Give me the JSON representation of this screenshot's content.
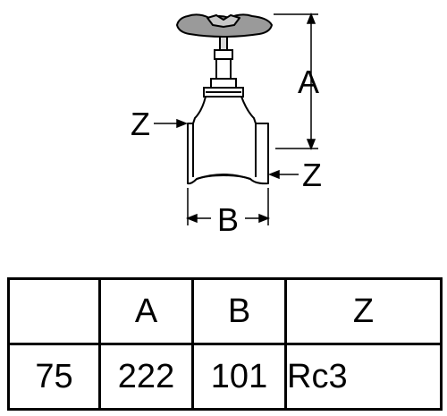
{
  "drawing": {
    "labels": {
      "height_dimension": "A",
      "width_dimension": "B",
      "inlet_thread": "Z",
      "outlet_thread": "Z"
    }
  },
  "table": {
    "headers": [
      "",
      "A",
      "B",
      "Z"
    ],
    "rows": [
      [
        "75",
        "222",
        "101",
        "Rc3"
      ]
    ]
  }
}
